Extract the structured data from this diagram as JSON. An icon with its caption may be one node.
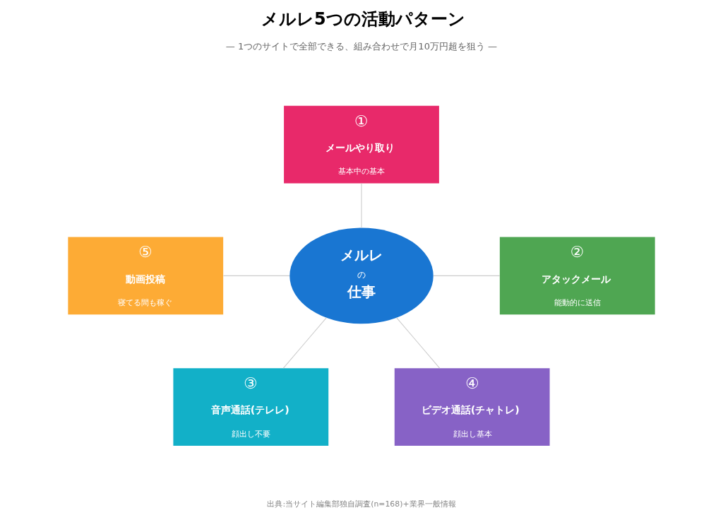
{
  "diagram": {
    "title": "メルレ5つの活動パターン",
    "caption": "出典:当サイト編集部独自調査(n=168)+業界一般情報",
    "nodes": [
      {
        "text": [
          "メルレ",
          "の",
          "仕事"
        ]
      },
      {
        "text": [
          "①",
          "メールやり取り",
          "基本中の基本"
        ]
      },
      {
        "text": [
          "②",
          "アタックメール",
          "能動的に送信"
        ]
      },
      {
        "text": [
          "③",
          "音声通話(テレレ)",
          "顔出し不要"
        ]
      },
      {
        "text": [
          "④",
          "ビデオ通話(チャトレ)",
          "顔出し基本"
        ]
      },
      {
        "text": [
          "⑤",
          "動画投稿",
          "寝てる間も稼ぐ"
        ]
      }
    ],
    "edges": [
      {
        "from": 0,
        "to": 1,
        "arrow": "none"
      },
      {
        "from": 0,
        "to": 2,
        "arrow": "none"
      },
      {
        "from": 0,
        "to": 3,
        "arrow": "none"
      },
      {
        "from": 0,
        "to": 4,
        "arrow": "none"
      },
      {
        "from": 0,
        "to": 5,
        "arrow": "none"
      }
    ],
    "labels": [
      "— 1つのサイトで全部できる、組み合わせで月10万円超を狙う —"
    ]
  }
}
